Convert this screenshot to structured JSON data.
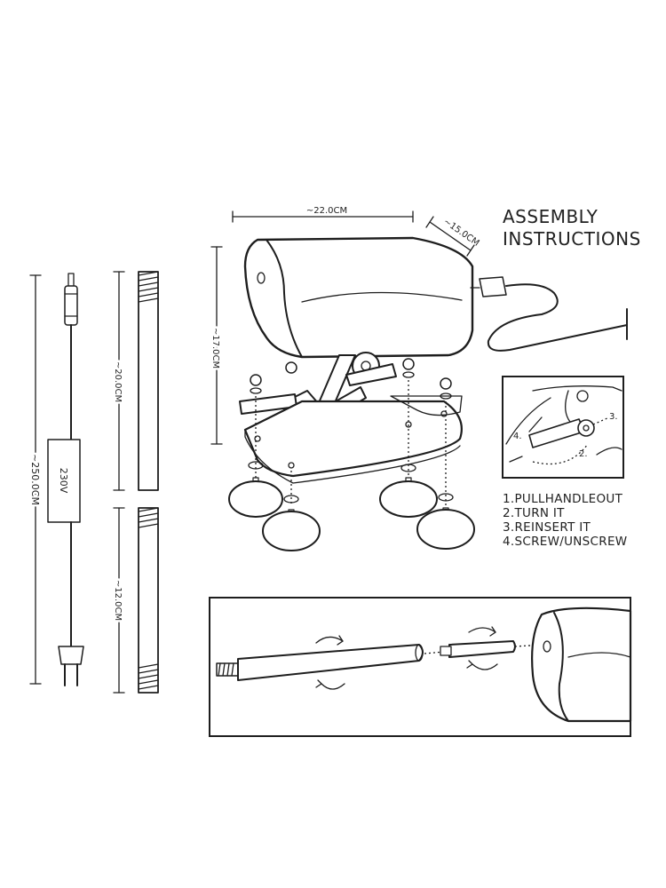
{
  "title": {
    "line1": "ASSEMBLY",
    "line2": "INSTRUCTIONS"
  },
  "dimensions": {
    "width": "~22.0CM",
    "depth": "~15.0CM",
    "height": "~17.0CM",
    "rod_long": "~20.0CM",
    "rod_short": "~12.0CM",
    "cable": "~250.0CM"
  },
  "adapter_label": "230V",
  "steps": [
    "1.PULLHANDLEOUT",
    "2.TURN IT",
    "3.REINSERT IT",
    "4.SCREW/UNSCREW"
  ],
  "detail_callouts": [
    "4.",
    "3.",
    "2."
  ]
}
